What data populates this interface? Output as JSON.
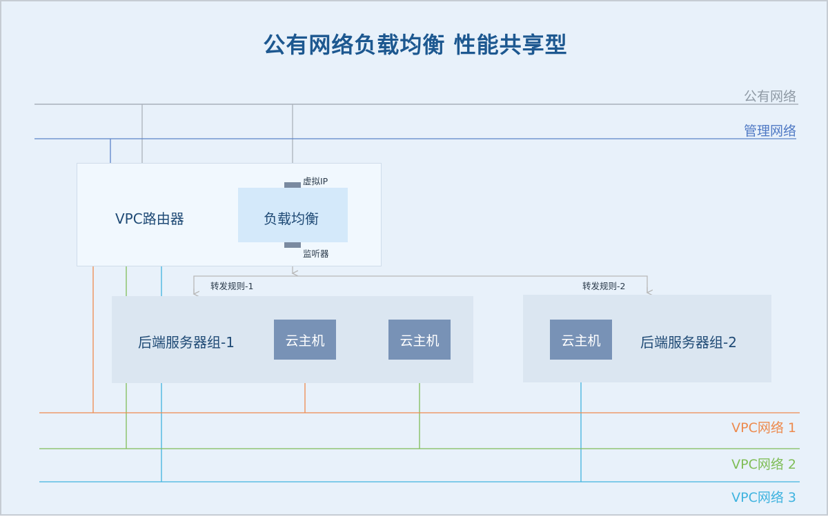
{
  "title": "公有网络负载均衡 性能共享型",
  "networks": {
    "public": "公有网络",
    "management": "管理网络",
    "vpc1": "VPC网络 1",
    "vpc2": "VPC网络 2",
    "vpc3": "VPC网络 3"
  },
  "router": {
    "label": "VPC路由器"
  },
  "load_balancer": {
    "label": "负载均衡",
    "virtual_ip": "虚拟IP",
    "listener": "监听器"
  },
  "rules": [
    "转发规则-1",
    "转发规则-2"
  ],
  "groups": [
    {
      "label": "后端服务器组-1",
      "vms": [
        "云主机",
        "云主机"
      ]
    },
    {
      "label": "后端服务器组-2",
      "vms": [
        "云主机"
      ]
    }
  ],
  "colors": {
    "title": "#1d5890",
    "public": "#8f9aa5",
    "management": "#4f79c4",
    "vpc1": "#ed8a4d",
    "vpc2": "#7fbd57",
    "vpc3": "#3fb3df",
    "arrow": "#b8b8b8",
    "vm": "#7892b6"
  }
}
